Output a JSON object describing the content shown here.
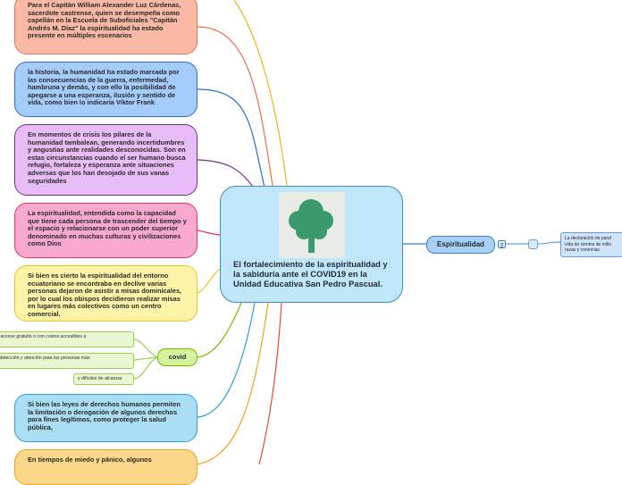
{
  "central": {
    "title": "El fortalecimiento de la espiritualidad y la sabiduría ante el COVID19 en la Unidad Educativa San Pedro Pascual.",
    "image_icon": "tree-icon"
  },
  "topics": [
    {
      "text": "Para el Capitán William Alexander Luz Cárdenas, sacerdote castrense, quien se desempeña como capellán en la Escuela de Suboficiales \"Capitán Andrés M. Díaz\" la espiritualidad ha estado presente en múltiples escenarios"
    },
    {
      "text": "la historia, la humanidad ha estado marcada por las consecuencias de la guerra, enfermedad, hambruna y demás, y con ello la posibilidad de apegarse a una esperanza, ilusión y sentido de vida, como bien lo indicaría Viktor Frank"
    },
    {
      "text": "En momentos de crisis los pilares de la humanidad tambalean, generando incertidumbres y angustias ante realidades desconocidas. Son en estas circunstancias cuando el ser humano busca refugio, fortaleza y esperanza ante situaciones adversas que los han desojado de sus vanas seguridades"
    },
    {
      "text": "La espiritualidad, entendida como la capacidad que tiene cada persona de trascender del tiempo y el espacio y relacionarse con un poder superior denominado en muchas culturas y civilizaciones como Dios"
    },
    {
      "text": "Si bien es cierto la espiritualidad del entorno ecuatoriano se encontraba en declive varias personas dejaron de asistir a misas dominicales, por lo cual los obispos decidieron realizar misas en lugares más colectivos como un centro comercial."
    },
    {
      "text": "Si bien las leyes de derechos humanos permiten la limitación o derogación de algunos derechos para fines legítimos, como proteger la salud pública,"
    },
    {
      "text": "En tiempos de miedo y pánico, algunos"
    }
  ],
  "covid": {
    "label": "covid",
    "leaves": [
      "el acceso gratuito o con costos accesibles a",
      "e detección y atención para las personas más\ne",
      "y difíciles de alcanzar"
    ]
  },
  "right_branch": {
    "label": "Espiritualidad",
    "detail": "La declaración de pand\nvida de cientos de millo\nrazas y creencias"
  },
  "colors": {
    "topic1": "#f9b9a4",
    "topic2": "#a5cdfb",
    "topic3": "#e8bdf7",
    "topic4": "#f9a9cd",
    "topic5": "#fdf4a8",
    "topic6": "#a9def5",
    "topic7": "#fbd889",
    "central": "#bfe6f9",
    "covid": "#d9f2a0"
  }
}
